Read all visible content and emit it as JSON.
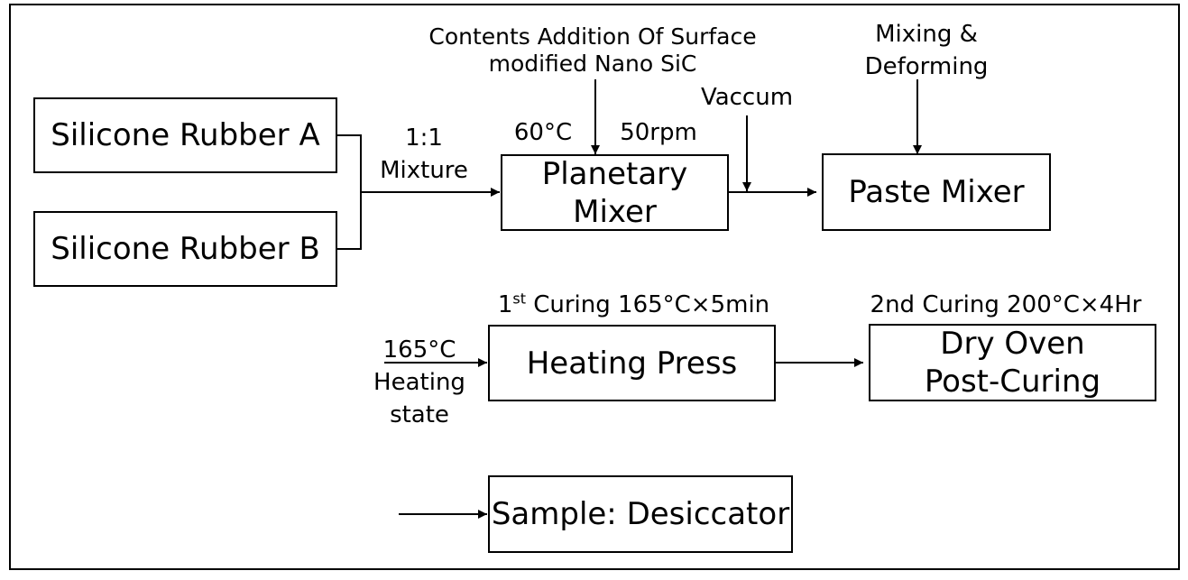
{
  "boxes": {
    "silicone_a": "Silicone Rubber A",
    "silicone_b": "Silicone Rubber B",
    "planetary_mixer": [
      "Planetary",
      "Mixer"
    ],
    "paste_mixer": "Paste Mixer",
    "heating_press": "Heating Press",
    "dry_oven": [
      "Dry Oven",
      "Post-Curing"
    ],
    "sample": "Sample: Desiccator"
  },
  "labels": {
    "mixture_ratio": "1:1",
    "mixture": "Mixture",
    "additive": [
      "Contents Addition Of Surface",
      "modified Nano SiC"
    ],
    "temperature": "60°C",
    "speed": "50rpm",
    "vacuum": "Vaccum",
    "mixing_deforming": [
      "Mixing &",
      "Deforming"
    ],
    "first_curing_prefix": "1",
    "first_curing_sup": "st",
    "first_curing_text": " Curing 165°C×5min",
    "second_curing": "2nd Curing 200°C×4Hr",
    "heating_temp": "165°C",
    "heating_state": [
      "Heating",
      "state"
    ]
  }
}
